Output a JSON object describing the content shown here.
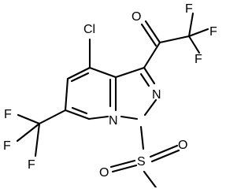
{
  "atom_labels": {
    "cl": "Cl",
    "o_ketone": "O",
    "f_cf3_a_1": "F",
    "f_cf3_a_2": "F",
    "f_cf3_a_3": "F",
    "f_cf3_b_1": "F",
    "f_cf3_b_2": "F",
    "f_cf3_b_3": "F",
    "n_imidazole": "N",
    "n_bridge": "N",
    "s_sulfonyl": "S",
    "o_sulfonyl_1": "O",
    "o_sulfonyl_2": "O"
  },
  "colors": {
    "ink": "#000000",
    "background": "#ffffff"
  }
}
